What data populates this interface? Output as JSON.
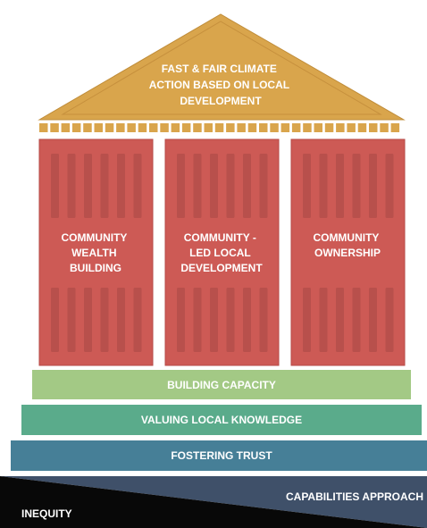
{
  "roof": {
    "lines": [
      "FAST & FAIR CLIMATE",
      "ACTION BASED ON LOCAL",
      "DEVELOPMENT"
    ]
  },
  "pillars": [
    {
      "lines": [
        "COMMUNITY",
        "WEALTH",
        "BUILDING"
      ]
    },
    {
      "lines": [
        "COMMUNITY -",
        "LED LOCAL",
        "DEVELOPMENT"
      ]
    },
    {
      "lines": [
        "COMMUNITY",
        "OWNERSHIP"
      ]
    }
  ],
  "steps": {
    "building_capacity": "BUILDING CAPACITY",
    "valuing_local_knowledge": "VALUING LOCAL KNOWLEDGE",
    "fostering_trust": "FOSTERING TRUST"
  },
  "base": {
    "capabilities_approach": "CAPABILITIES APPROACH",
    "inequity": "INEQUITY"
  },
  "colors": {
    "roof": "#d9a54c",
    "pillar": "#cd5a55",
    "building_capacity": "#a3c985",
    "valuing_local_knowledge": "#5aab8b",
    "fostering_trust": "#467f97",
    "capabilities": "#3f5069",
    "inequity": "#080808"
  }
}
